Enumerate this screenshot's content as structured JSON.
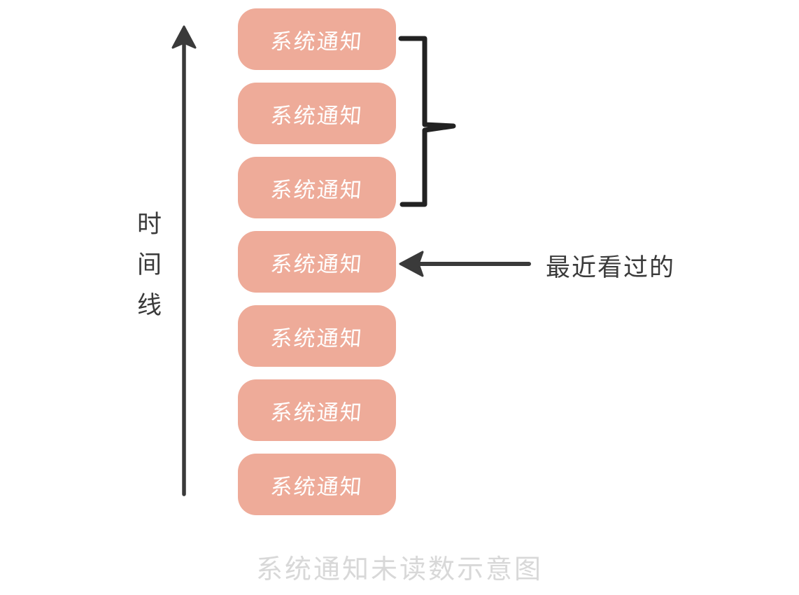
{
  "diagram": {
    "title": "系统通知未读数示意图",
    "background_color": "#ffffff",
    "timeline": {
      "axis_label_chars": [
        "时",
        "间",
        "线"
      ],
      "axis_label_text": "时间线",
      "axis_color": "#3a3a3a",
      "direction": "up"
    },
    "pill_color": "#eeab99",
    "pill_text_color": "#ffffff",
    "notifications": [
      {
        "label": "系统通知"
      },
      {
        "label": "系统通知"
      },
      {
        "label": "系统通知"
      },
      {
        "label": "系统通知"
      },
      {
        "label": "系统通知"
      },
      {
        "label": "系统通知"
      },
      {
        "label": "系统通知"
      }
    ],
    "annotations": {
      "brace": {
        "covers_items": [
          1,
          2,
          3
        ],
        "color": "#222222"
      },
      "arrow": {
        "points_to_item": 4,
        "label": "最近看过的",
        "color": "#3a3a3a"
      }
    },
    "caption_color": "#d8d8d8"
  }
}
